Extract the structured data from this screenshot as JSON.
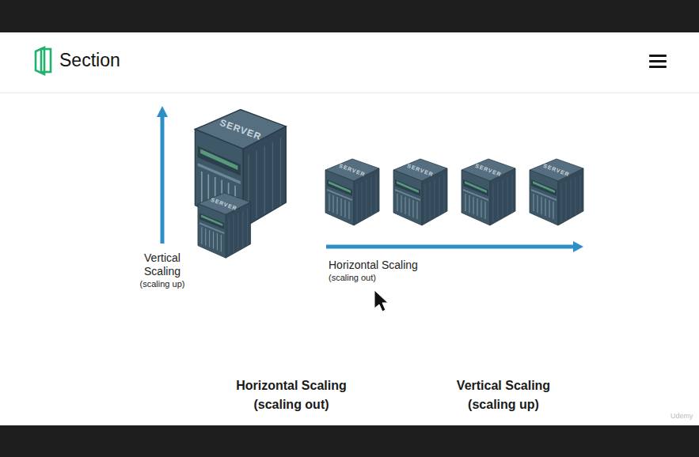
{
  "diagram": {
    "labels": [
      "Section",
      "SERVER",
      "SERVER",
      "SERVER",
      "SERVER",
      "SERVER",
      "SERVER",
      "Vertical Scaling",
      "(scaling up)",
      "Horizontal Scaling",
      "(scaling out)",
      "Horizontal Scaling",
      "(scaling out)",
      "Vertical Scaling",
      "(scaling up)",
      "Udemy"
    ]
  }
}
